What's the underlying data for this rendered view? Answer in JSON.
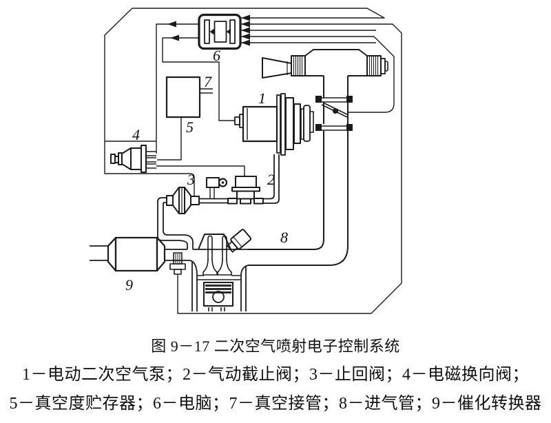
{
  "figure": {
    "caption_title": "图 9－17 二次空气喷射电子控制系统",
    "legend_line_1": "1－电动二次空气泵；2－气动截止阀；3－止回阀；4－电磁换向阀；",
    "legend_line_2": "5－真空度贮存器；6－电脑；7－真空接管；8－进气管；9－催化转换器"
  },
  "diagram": {
    "callouts": {
      "c1": "1",
      "c2": "2",
      "c3": "3",
      "c4": "4",
      "c5": "5",
      "c6": "6",
      "c7": "7",
      "c8": "8",
      "c9": "9"
    },
    "colors": {
      "line": "#1b1b1b",
      "background": "#ffffff"
    }
  }
}
